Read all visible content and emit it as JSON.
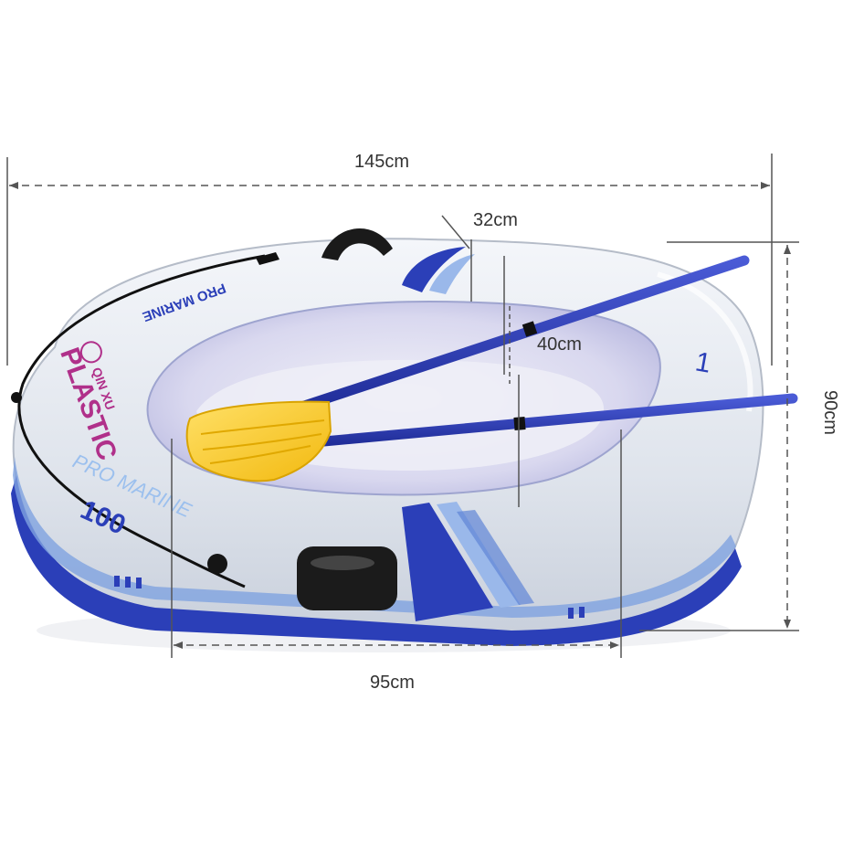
{
  "product": {
    "brand_line1": "QIN XU",
    "brand_line2": "PLASTIC",
    "model_name": "PRO MARINE",
    "model_number": "100",
    "side_number": "1"
  },
  "dimensions": {
    "length": "145cm",
    "seat_gap": "32cm",
    "depth": "40cm",
    "inner_length": "95cm",
    "width": "90cm"
  },
  "colors": {
    "hull": "#e9edf3",
    "stripe_blue": "#2b3fb8",
    "light_blue": "#8fb3e6",
    "paddle_shaft": "#2f3fb5",
    "paddle_blade": "#f6c51c",
    "logo_magenta": "#b0308a",
    "dimension_line": "#555555"
  }
}
